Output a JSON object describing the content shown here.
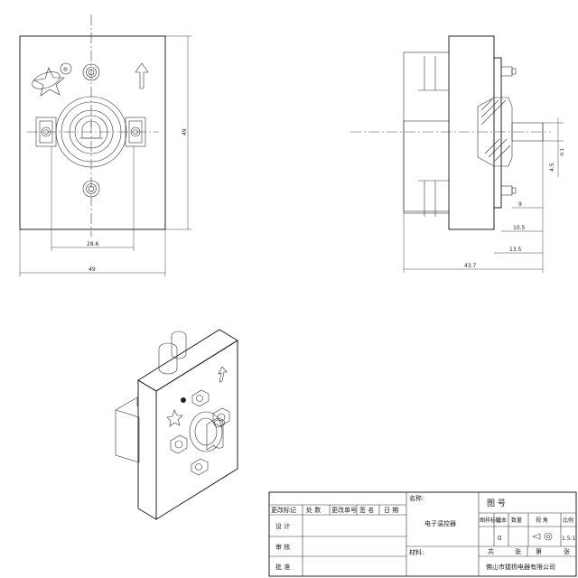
{
  "front_view": {
    "dim_pitch": "28.6",
    "dim_width": "49",
    "dim_height": "49",
    "logo_mark": "®"
  },
  "side_view": {
    "dim_overall": "43.7",
    "dim_a": "9",
    "dim_b": "10.5",
    "dim_c": "13.5",
    "dim_shaft": "4.5",
    "dim_shaft_tol": "-0.1"
  },
  "title_block": {
    "change_mark": "更改标记",
    "quantity": "处 数",
    "change_doc": "更改单号",
    "signature": "签 名",
    "date": "日 期",
    "design": "设 计",
    "review": "审 核",
    "approve": "批 准",
    "name_label": "名称:",
    "name_value": "电子温控器",
    "material_label": "材料:",
    "drawing_no_label": "图 号",
    "stage_mark": "图样标记",
    "version": "版本",
    "qty": "数量",
    "view": "视 角",
    "scale_label": "比例",
    "qty_value": "0",
    "scale_value": "1.5:1",
    "sheet_total": "共",
    "sheet_of": "张",
    "sheet_no": "第",
    "sheet_no_unit": "张",
    "company": "佛山市捷扬电器有限公司"
  }
}
